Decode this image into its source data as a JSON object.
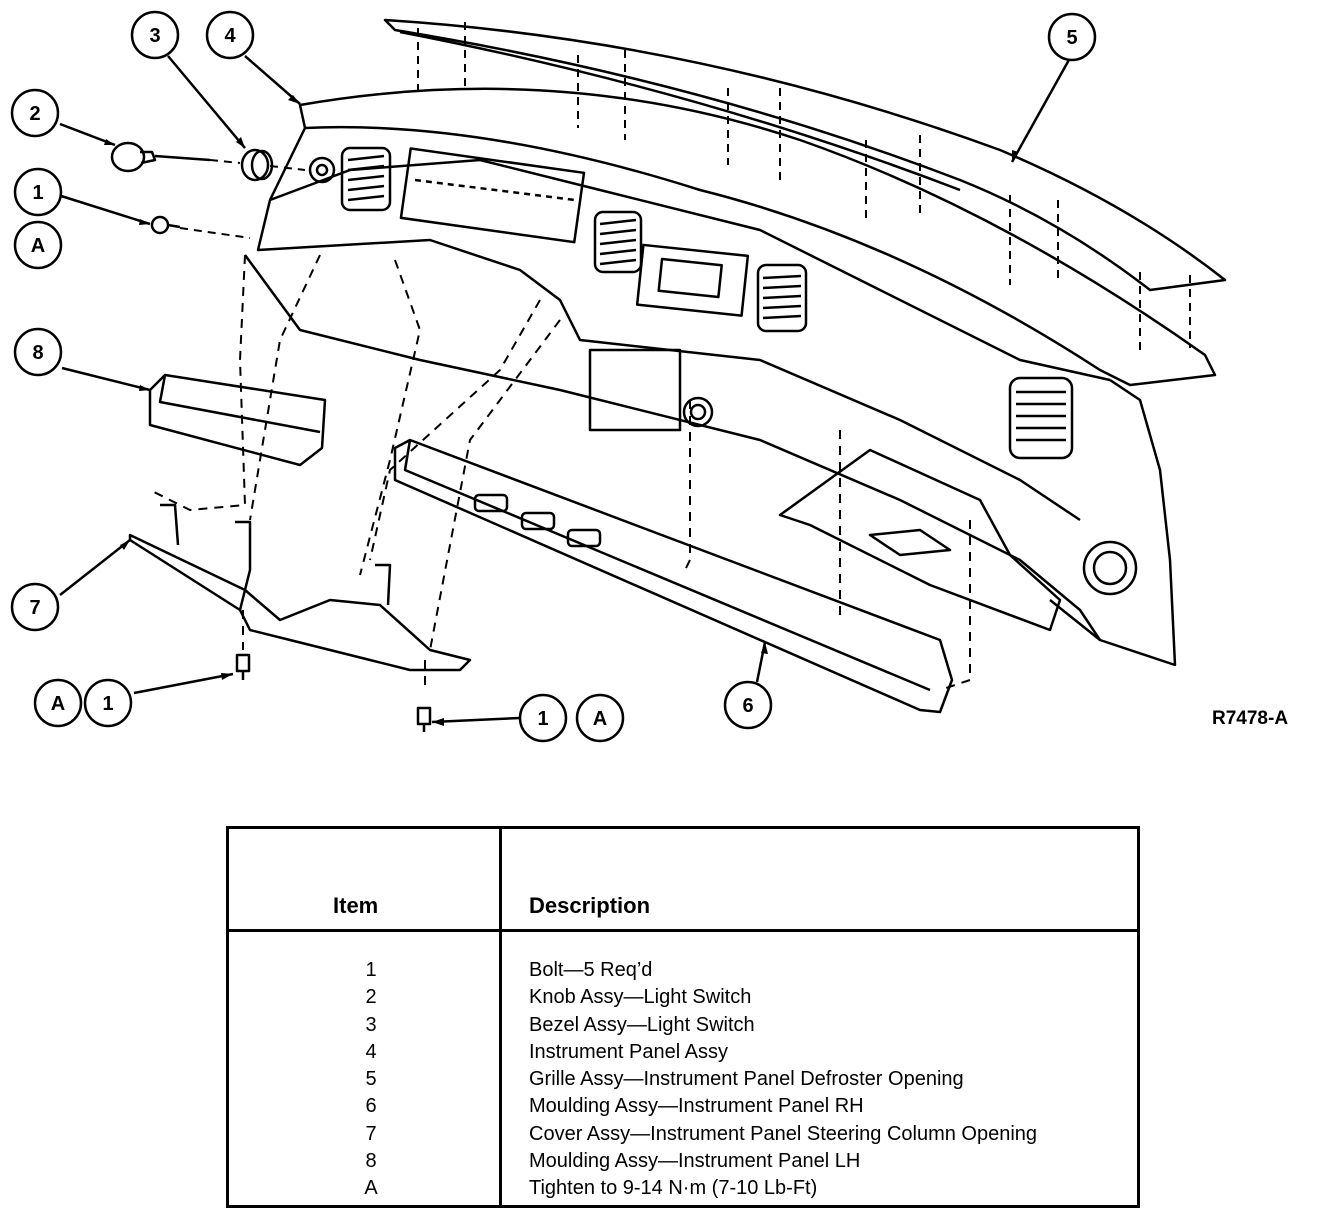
{
  "figure_id": "R7478-A",
  "callouts": {
    "c2": "2",
    "c3": "3",
    "c4": "4",
    "c5": "5",
    "c1a": "1",
    "cA1": "A",
    "c8": "8",
    "c7": "7",
    "cA2": "A",
    "c1b": "1",
    "c1c": "1",
    "cA3": "A",
    "c6": "6"
  },
  "legend": {
    "header_item": "Item",
    "header_description": "Description",
    "rows": [
      {
        "item": "1",
        "description": "Bolt—5 Req’d"
      },
      {
        "item": "2",
        "description": "Knob Assy—Light Switch"
      },
      {
        "item": "3",
        "description": "Bezel Assy—Light Switch"
      },
      {
        "item": "4",
        "description": "Instrument Panel Assy"
      },
      {
        "item": "5",
        "description": "Grille Assy—Instrument Panel Defroster Opening"
      },
      {
        "item": "6",
        "description": "Moulding Assy—Instrument Panel RH"
      },
      {
        "item": "7",
        "description": "Cover Assy—Instrument Panel Steering Column Opening"
      },
      {
        "item": "8",
        "description": "Moulding Assy—Instrument Panel LH"
      },
      {
        "item": "A",
        "description": "Tighten to 9-14 N·m (7-10 Lb-Ft)"
      }
    ]
  }
}
